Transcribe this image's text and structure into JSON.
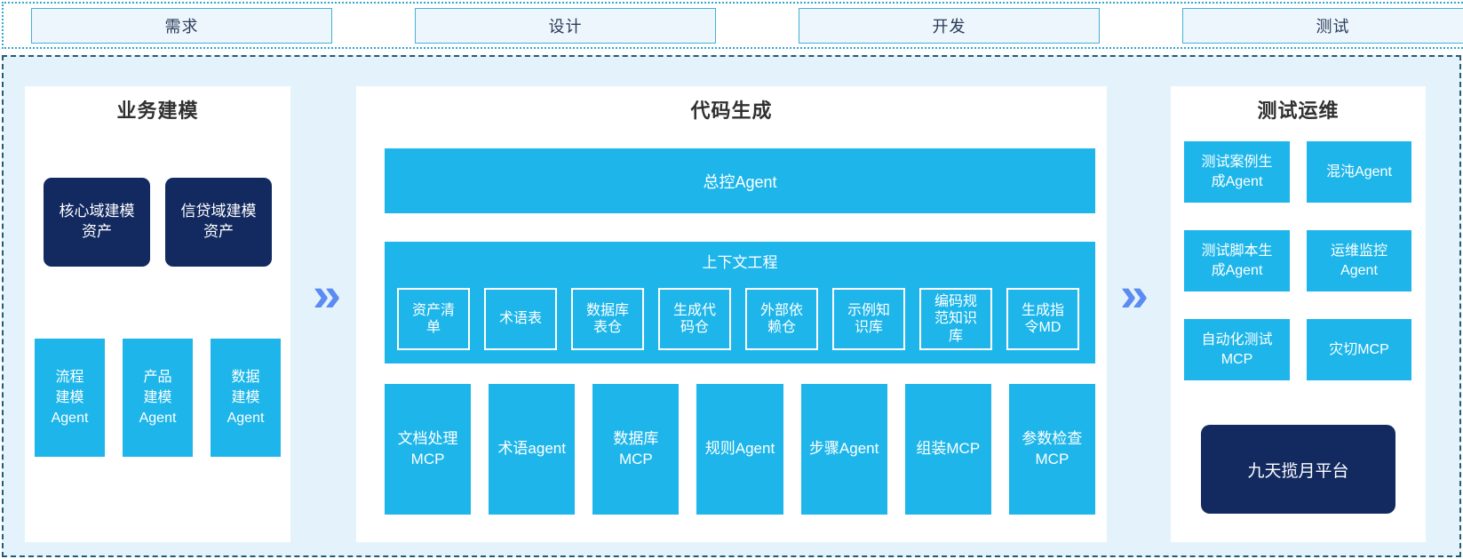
{
  "colors": {
    "cyan": "#1eb6ea",
    "navy": "#132a60",
    "canvas_bg": "#e4f3fb",
    "top_border": "#32a9cc",
    "main_border": "#245b76",
    "phase_box_bg": "#edf6fc",
    "phase_box_border": "#45b1d6",
    "chevron": "#5c8cf2"
  },
  "icons": {
    "chevron": "»"
  },
  "phases": [
    {
      "label": "需求"
    },
    {
      "label": "设计"
    },
    {
      "label": "开发"
    },
    {
      "label": "测试"
    }
  ],
  "left_panel": {
    "title": "业务建模",
    "asset_boxes": [
      {
        "label": "核心域建模\n资产"
      },
      {
        "label": "信贷域建模\n资产"
      }
    ],
    "agent_boxes": [
      {
        "label": "流程\n建模\nAgent"
      },
      {
        "label": "产品\n建模\nAgent"
      },
      {
        "label": "数据\n建模\nAgent"
      }
    ]
  },
  "middle_panel": {
    "title": "代码生成",
    "master_agent": "总控Agent",
    "context_engineering": {
      "title": "上下文工程",
      "items": [
        "资产清\n单",
        "术语表",
        "数据库\n表仓",
        "生成代\n码仓",
        "外部依\n赖仓",
        "示例知\n识库",
        "编码规\n范知识\n库",
        "生成指\n令MD"
      ]
    },
    "mcp_row": [
      "文档处理\nMCP",
      "术语agent",
      "数据库\nMCP",
      "规则Agent",
      "步骤Agent",
      "组装MCP",
      "参数检查\nMCP"
    ]
  },
  "right_panel": {
    "title": "测试运维",
    "grid": [
      "测试案例生\n成Agent",
      "混沌Agent",
      "测试脚本生\n成Agent",
      "运维监控\nAgent",
      "自动化测试\nMCP",
      "灾切MCP"
    ],
    "platform": "九天揽月平台"
  }
}
